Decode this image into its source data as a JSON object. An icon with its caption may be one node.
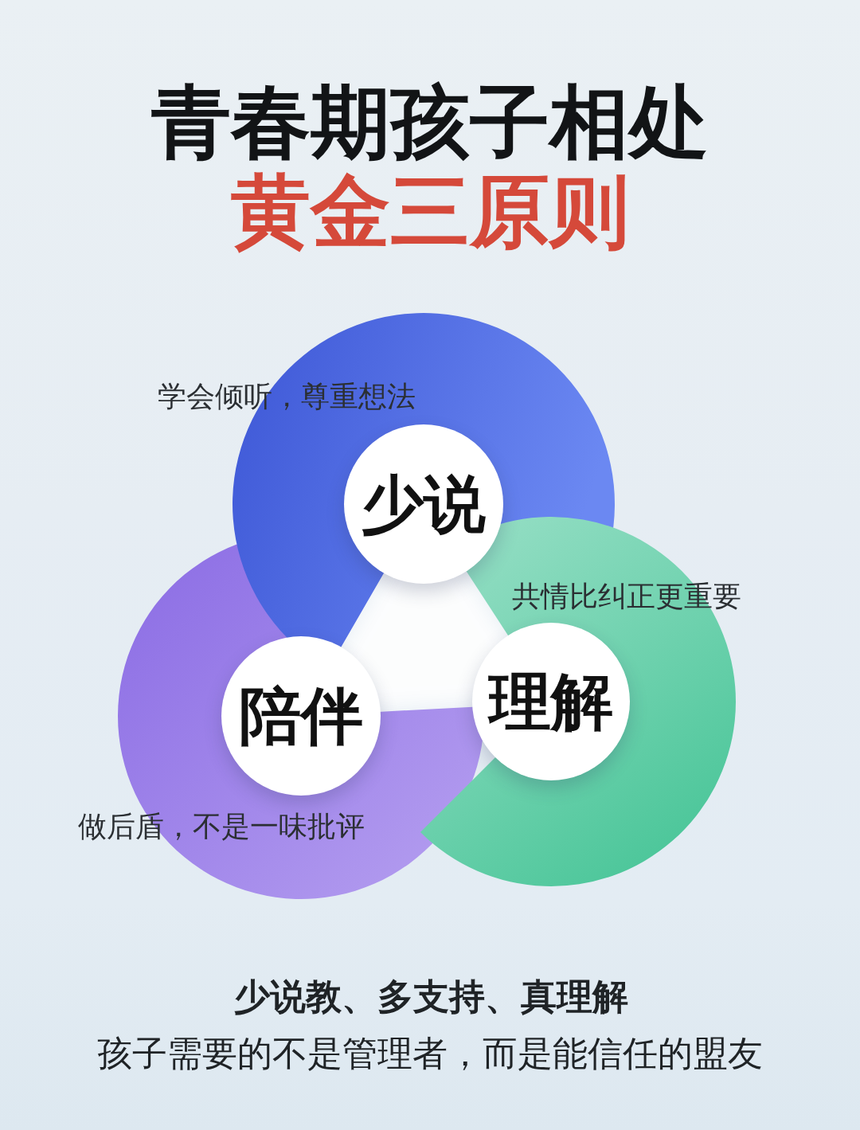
{
  "diagram": {
    "title": "青春期孩子相处",
    "nodes": [
      {
        "text": [
          "少说"
        ],
        "beside": [
          "学会倾听，尊重想法"
        ]
      },
      {
        "text": [
          "陪伴"
        ],
        "beside": [
          "做后盾，不是一味批评"
        ]
      },
      {
        "text": [
          "理解"
        ],
        "beside": [
          "共情比纠正更重要"
        ]
      }
    ],
    "labels": [
      "黄金三原则",
      "少说教、多支持、真理解",
      "孩子需要的不是管理者，而是能信任的盟友"
    ]
  }
}
